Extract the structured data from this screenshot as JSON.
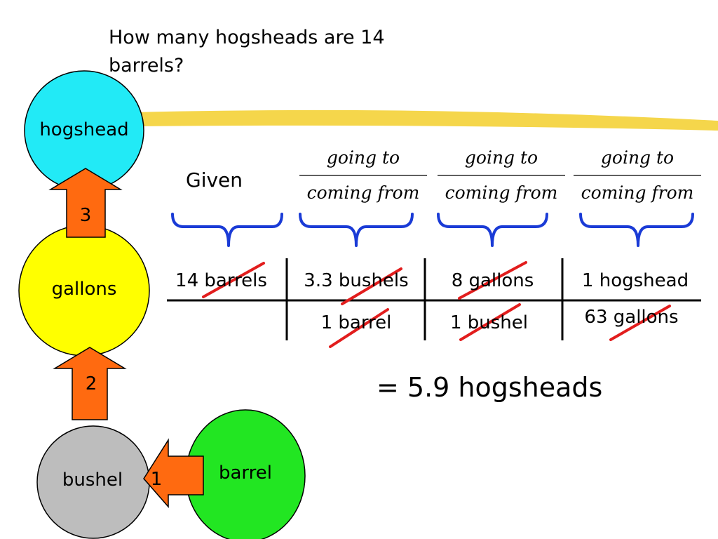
{
  "question": "How many hogsheads are 14 barrels?",
  "units": {
    "hogshead": "hogshead",
    "gallons": "gallons",
    "bushel": "bushel",
    "barrel": "barrel"
  },
  "steps": [
    "3",
    "2",
    "1"
  ],
  "given_label": "Given",
  "fraction": {
    "numerator": "going to",
    "denominator": "coming from"
  },
  "table": {
    "top": [
      "14 barrels",
      "3.3 bushels",
      "8 gallons",
      "1 hogshead"
    ],
    "bottom": [
      "",
      "1 barrel",
      "1 bushel",
      "63 gallons"
    ]
  },
  "answer": "= 5.9 hogsheads",
  "colors": {
    "hogshead": "#22eaf6",
    "gallons": "#ffff00",
    "bushel": "#bdbdbd",
    "barrel": "#22e622",
    "arrow": "#ff6a10",
    "brace": "#1a3bd6",
    "strike": "#e21d1d",
    "highlight": "#f3cf2c"
  }
}
